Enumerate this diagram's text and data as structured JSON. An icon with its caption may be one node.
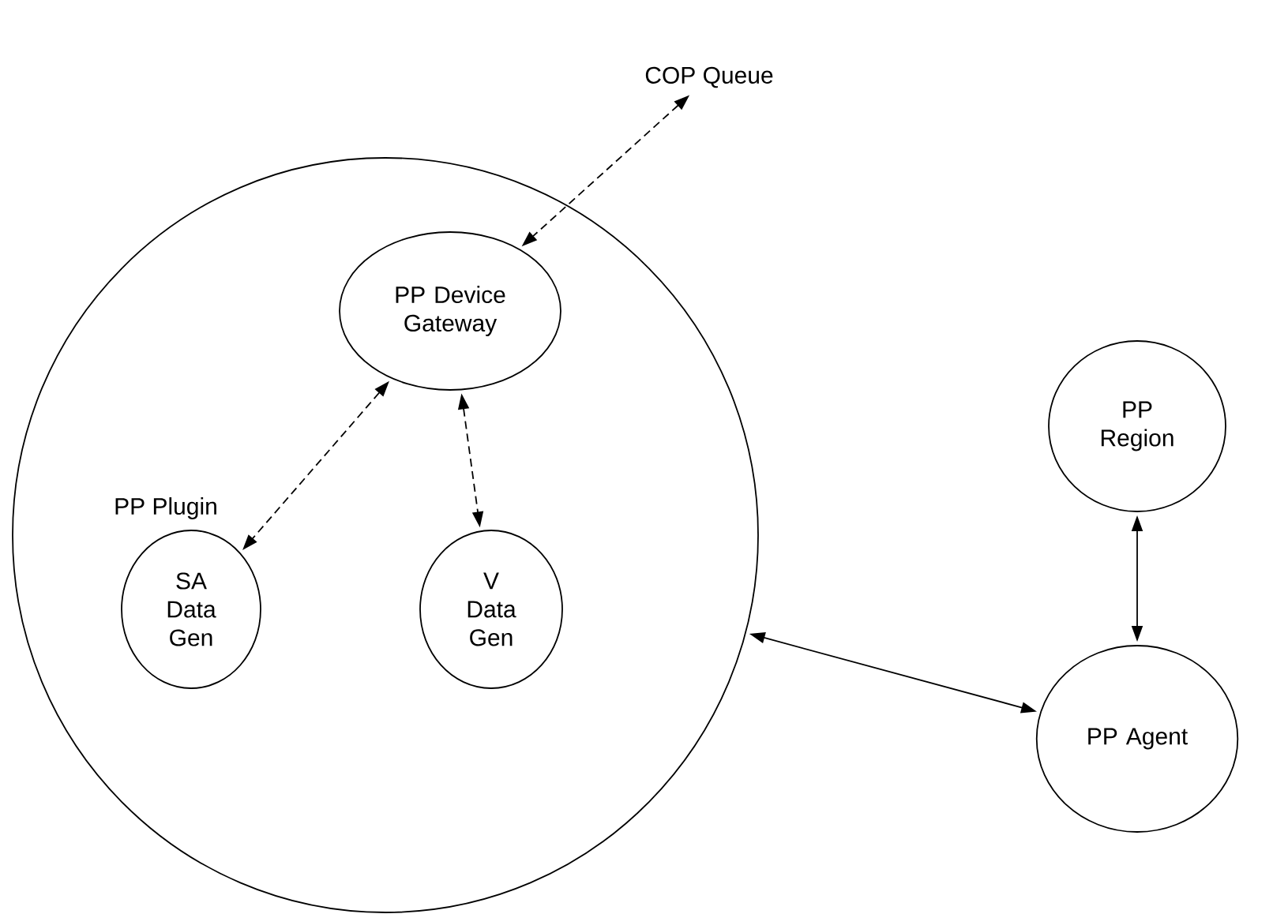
{
  "diagram": {
    "nodes": [
      {
        "text": [
          "PP Plugin"
        ]
      },
      {
        "text": [
          "PP Device Gateway"
        ],
        "in": 0
      },
      {
        "text": [
          "SA Data Gen"
        ],
        "in": 0
      },
      {
        "text": [
          "V Data Gen"
        ],
        "in": 0
      },
      {
        "text": [
          "PP Region"
        ]
      },
      {
        "text": [
          "PP Agent"
        ]
      },
      {
        "text": [
          "COP Queue"
        ]
      }
    ],
    "edges": [
      {
        "from": 6,
        "to": 1,
        "arrow": "both",
        "style": "dashed"
      },
      {
        "from": 1,
        "to": 2,
        "arrow": "both",
        "style": "dashed"
      },
      {
        "from": 1,
        "to": 3,
        "arrow": "both",
        "style": "dashed"
      },
      {
        "from": 0,
        "to": 5,
        "arrow": "both"
      },
      {
        "from": 4,
        "to": 5,
        "arrow": "both"
      }
    ]
  }
}
